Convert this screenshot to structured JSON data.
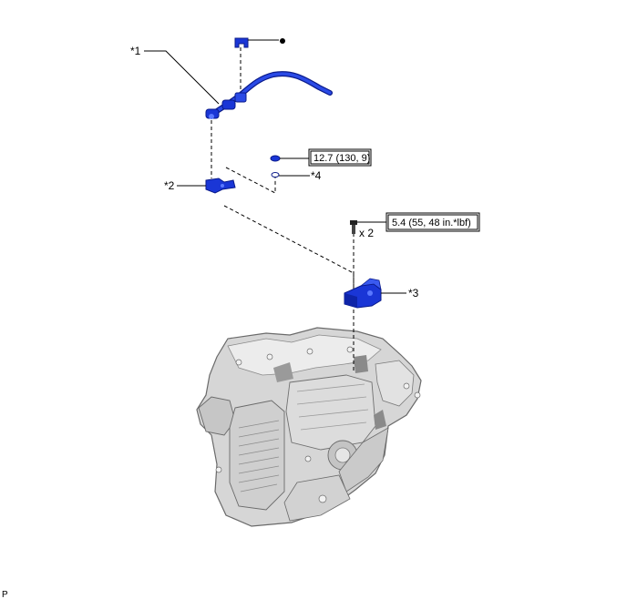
{
  "callouts": {
    "c1": "*1",
    "c2": "*2",
    "c3": "*3",
    "c4": "*4"
  },
  "torque_specs": {
    "upper": "12.7 (130, 9)",
    "lower": "5.4 (55, 48 in.*lbf)"
  },
  "quantity_note": "x 2",
  "corner_mark": "P",
  "colors": {
    "part_blue": "#1a36d6",
    "part_dark": "#0a1a8a",
    "transaxle_light": "#e4e4e4",
    "transaxle_mid": "#b8b8b8",
    "transaxle_dark": "#6a6a6a",
    "leader": "#000000"
  }
}
